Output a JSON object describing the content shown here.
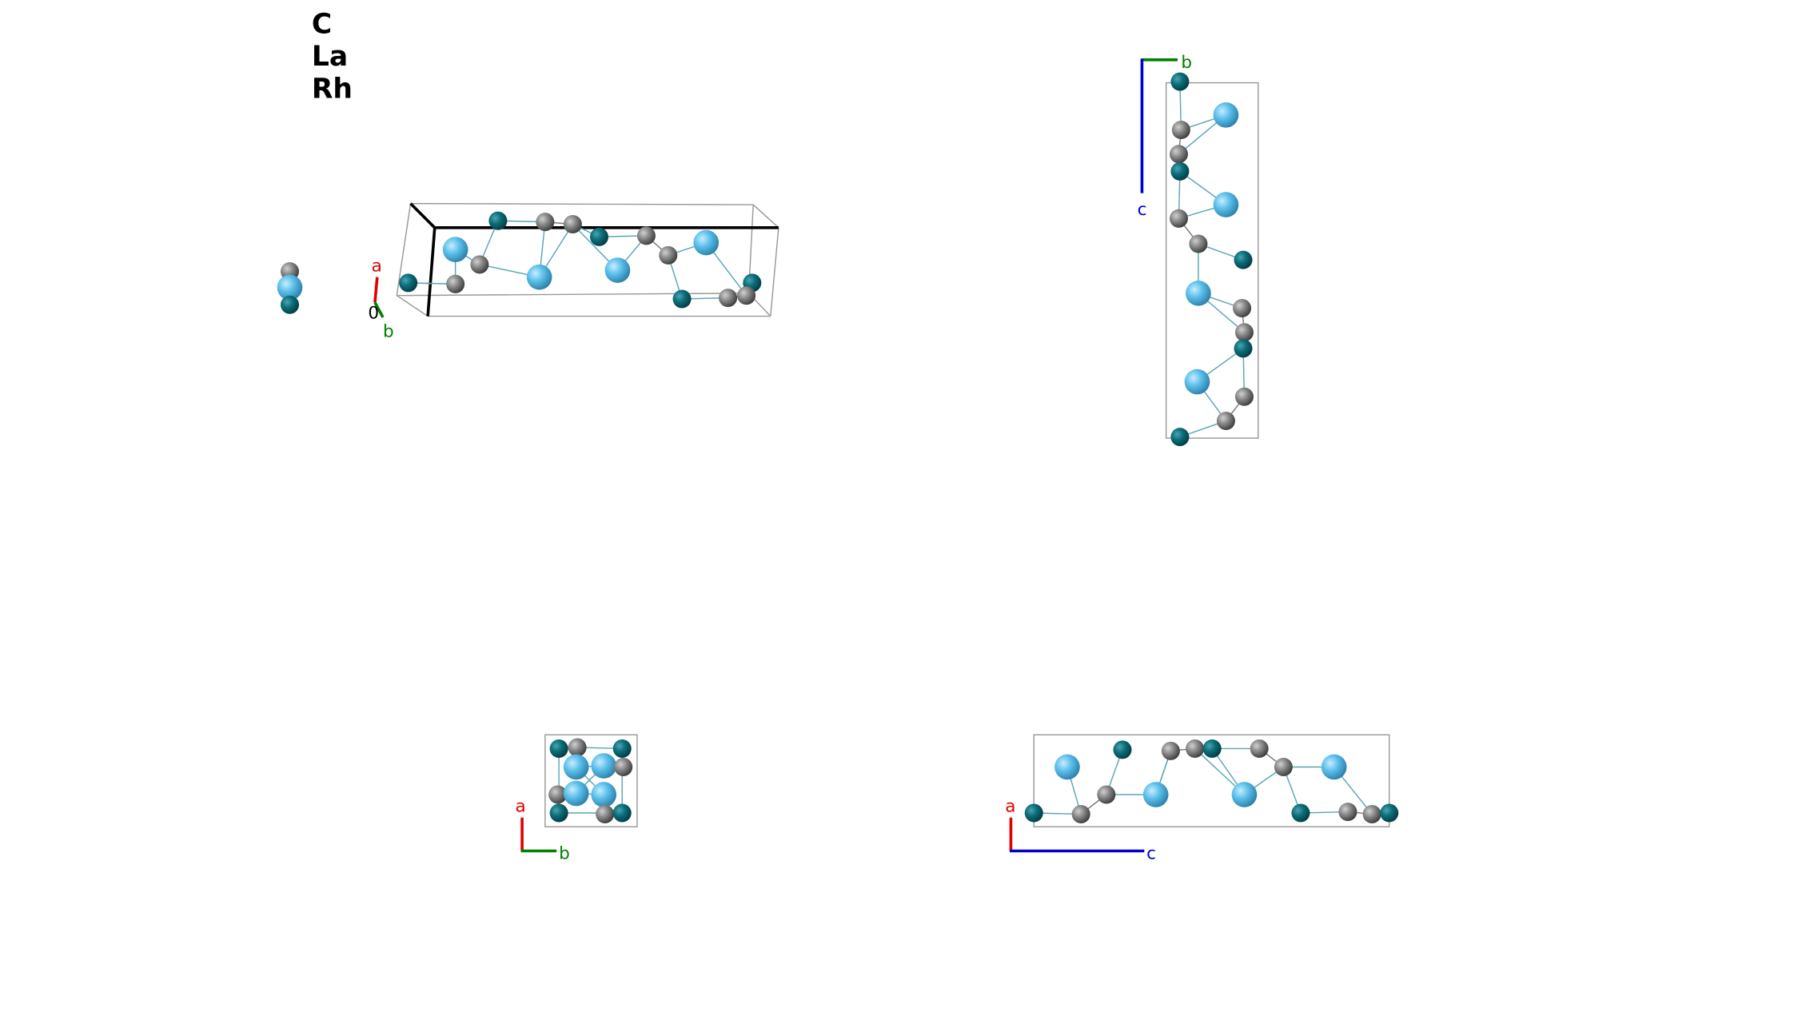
{
  "legend": {
    "items": [
      {
        "label": "C",
        "color": "#808080"
      },
      {
        "label": "La",
        "color": "#5bc0eb"
      },
      {
        "label": "Rh",
        "color": "#0b6e7a"
      }
    ]
  },
  "axes": {
    "a": {
      "label": "a",
      "color": "#e00000"
    },
    "b": {
      "label": "b",
      "color": "#008000"
    },
    "c": {
      "label": "c",
      "color": "#0000cc"
    },
    "origin": {
      "label": "0",
      "color": "#000000"
    }
  },
  "colors": {
    "C": "#808080",
    "La": "#5bc0eb",
    "Rh": "#0b6e7a",
    "cell": "#999999",
    "bond": "#5aa5b5"
  },
  "views": [
    {
      "id": "perspective",
      "axes_shown": [
        "a",
        "b",
        "origin"
      ]
    },
    {
      "id": "view-along-a",
      "axes_shown": [
        "b",
        "c"
      ]
    },
    {
      "id": "view-along-c",
      "axes_shown": [
        "a",
        "b"
      ]
    },
    {
      "id": "view-along-b",
      "axes_shown": [
        "a",
        "c"
      ]
    }
  ]
}
